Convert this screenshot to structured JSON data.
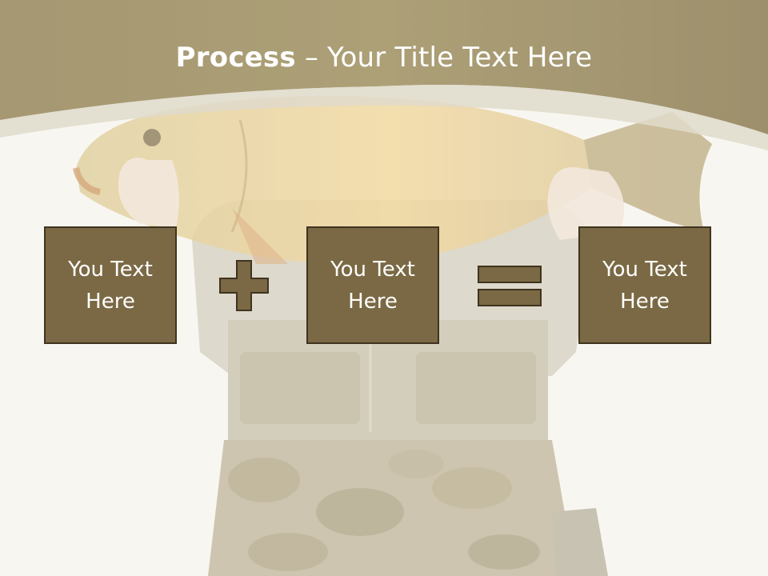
{
  "slide": {
    "title_bold": "Process",
    "title_dash": " – ",
    "title_rest": "Your Title Text Here"
  },
  "process": {
    "boxes": [
      {
        "label": "You Text Here"
      },
      {
        "label": "You Text Here"
      },
      {
        "label": "You Text Here"
      }
    ],
    "operators": [
      "plus",
      "equals"
    ]
  },
  "colors": {
    "header": "#8f7c4c",
    "box_fill": "#7a6944",
    "box_border": "#3f3420",
    "background": "#f8f6f0"
  }
}
